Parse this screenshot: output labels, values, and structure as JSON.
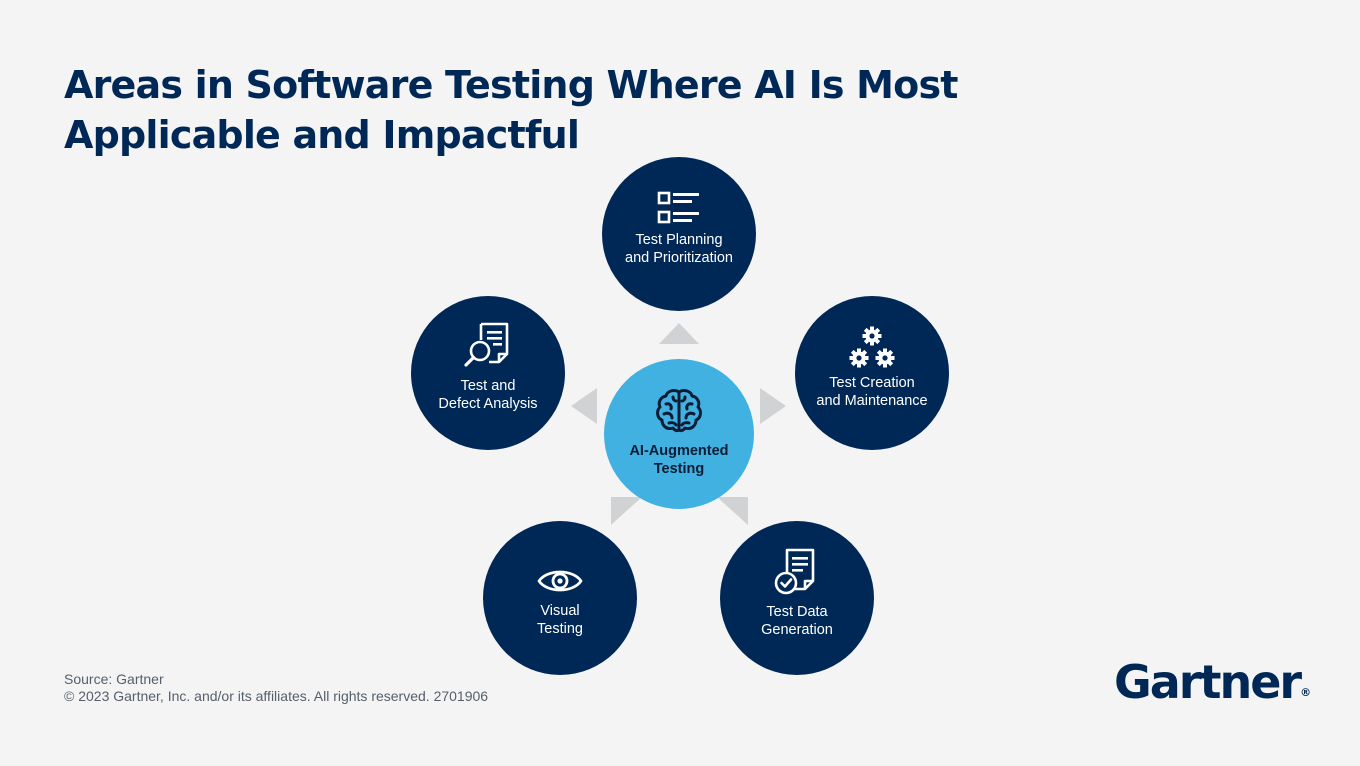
{
  "title": {
    "line1": "Areas in Software Testing Where AI Is Most",
    "line2": "Applicable and Impactful"
  },
  "center": {
    "icon": "brain-icon",
    "line1": "AI-Augmented",
    "line2": "Testing"
  },
  "nodes": [
    {
      "icon": "checklist-icon",
      "line1": "Test Planning",
      "line2": "and Prioritization"
    },
    {
      "icon": "gears-icon",
      "line1": "Test Creation",
      "line2": "and Maintenance"
    },
    {
      "icon": "document-check-icon",
      "line1": "Test Data",
      "line2": "Generation"
    },
    {
      "icon": "eye-icon",
      "line1": "Visual",
      "line2": "Testing"
    },
    {
      "icon": "document-search-icon",
      "line1": "Test and",
      "line2": "Defect Analysis"
    }
  ],
  "footer": {
    "source": "Source: Gartner",
    "copyright": "© 2023 Gartner, Inc. and/or its affiliates. All rights reserved. 2701906"
  },
  "logo": {
    "text": "Gartner",
    "mark": "®"
  },
  "colors": {
    "background": "#f4f4f4",
    "navy": "#002856",
    "center_blue": "#40b1e0",
    "arrow_gray": "#d0d2d4"
  }
}
